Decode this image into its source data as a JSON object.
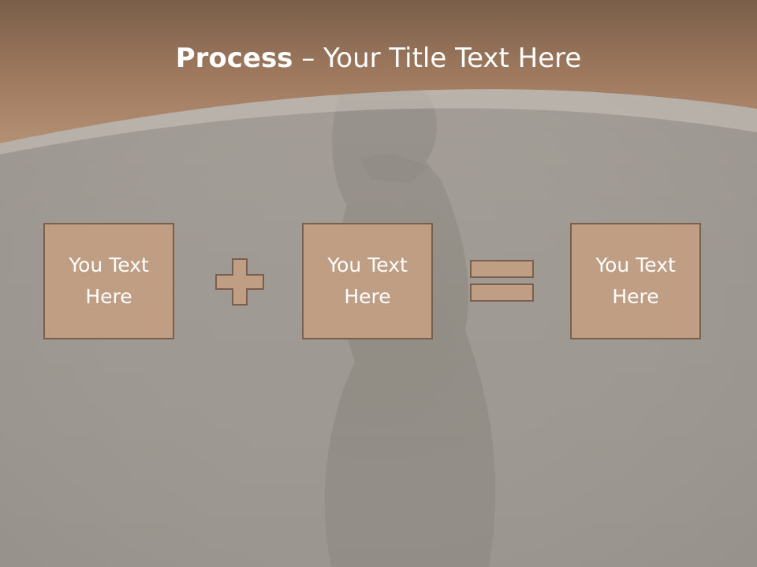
{
  "title": {
    "bold": "Process",
    "rest": " – Your Title Text Here"
  },
  "boxes": [
    "You Text Here",
    "You Text Here",
    "You Text Here"
  ],
  "operators": [
    "plus-icon",
    "equals-icon"
  ],
  "colors": {
    "header_brown": "#a98266",
    "box_fill": "#bf9e84",
    "box_border": "#7a604c",
    "background_gray": "#a29d96"
  }
}
